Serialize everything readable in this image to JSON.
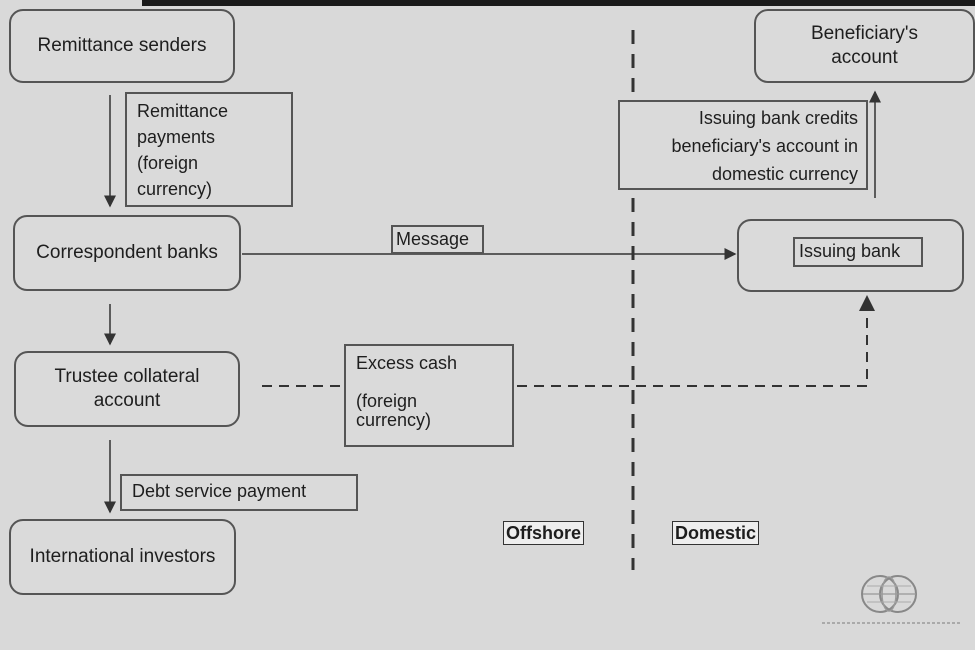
{
  "nodes": {
    "remittance_senders": "Remittance senders",
    "correspondent_banks": "Correspondent banks",
    "trustee_collateral": "Trustee collateral\naccount",
    "international_investors": "International investors",
    "beneficiary_account": "Beneficiary's\naccount",
    "issuing_bank": "Issuing bank"
  },
  "labels": {
    "remittance_payments": "Remittance\npayments\n(foreign\ncurrency)",
    "message": "Message",
    "excess_cash": "Excess cash\n\n(foreign\ncurrency)",
    "debt_service": "Debt service payment",
    "issuing_credits": "Issuing bank credits\nbeneficiary's account in\ndomestic currency"
  },
  "zones": {
    "offshore": "Offshore",
    "domestic": "Domestic"
  },
  "colors": {
    "background": "#d9d9d9",
    "line": "#333333"
  },
  "logo": {
    "icon": "globe-logo-icon"
  }
}
